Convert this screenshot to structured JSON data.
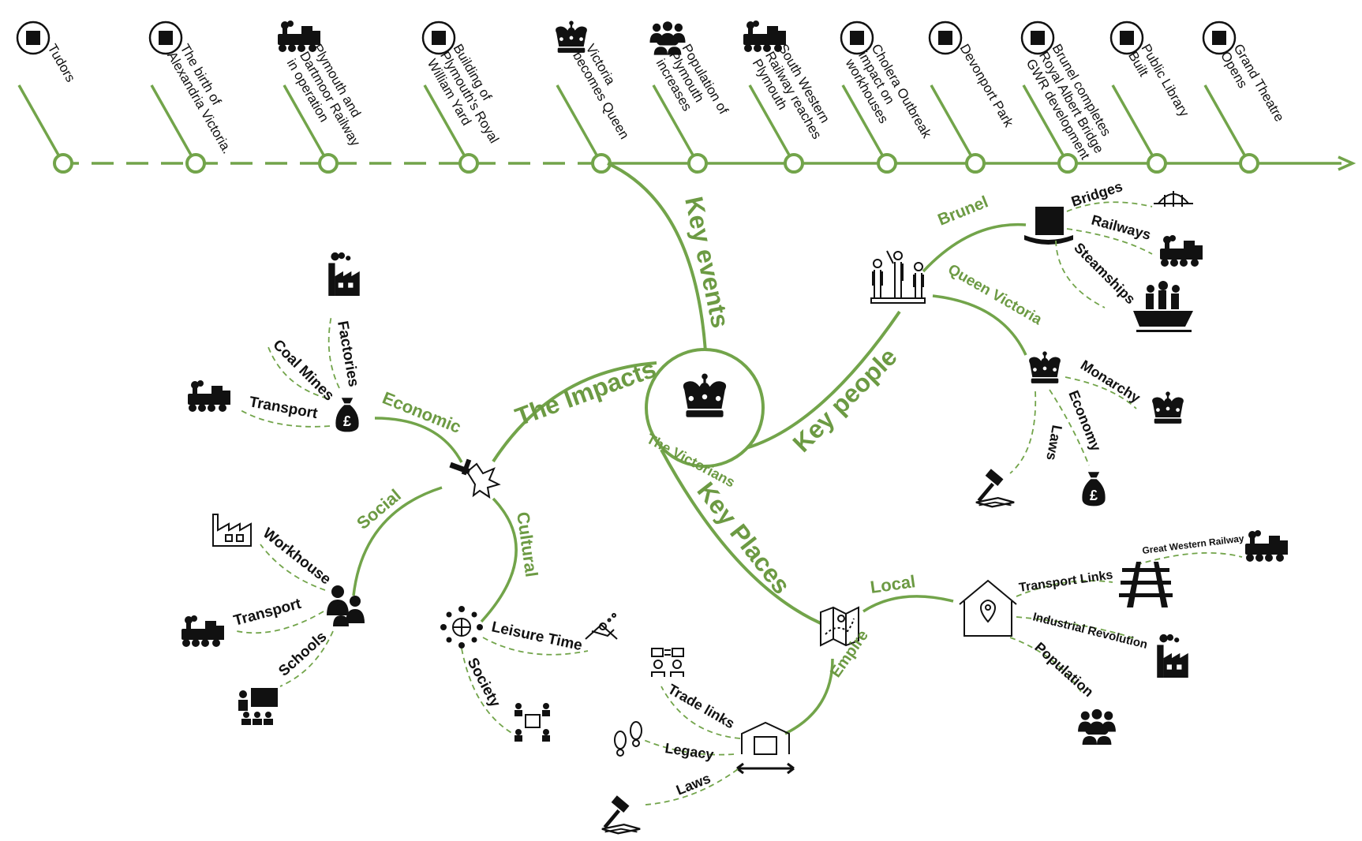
{
  "colors": {
    "green": "#6c9a43",
    "line_green": "#72a44a",
    "ink": "#111111"
  },
  "timeline": {
    "events": [
      {
        "text": [
          "Tudors"
        ],
        "icon": "tudor-rose-icon"
      },
      {
        "text": [
          "The birth of",
          "Alexandria Victoria."
        ],
        "icon": "baby-icon"
      },
      {
        "text": [
          "Plymouth and",
          "Dartmoor Railway",
          "in operation"
        ],
        "icon": "steam-train-icon"
      },
      {
        "text": [
          "Building of",
          "Plymouth's Royal",
          "William Yard"
        ],
        "icon": "shipyard-crane-icon"
      },
      {
        "text": [
          "Victoria",
          "becomes Queen"
        ],
        "icon": "crown-icon"
      },
      {
        "text": [
          "Population of",
          "Plymouth",
          "increases"
        ],
        "icon": "crowd-icon"
      },
      {
        "text": [
          "South Western",
          "Railway reaches",
          "Plymouth"
        ],
        "icon": "steam-train-icon"
      },
      {
        "text": [
          "Cholera Outbreak",
          "impact on",
          "workhouses"
        ],
        "icon": "sick-person-icon"
      },
      {
        "text": [
          "Devonport Park"
        ],
        "icon": "bandstand-icon"
      },
      {
        "text": [
          "Brunel completes",
          "Royal Albert Bridge",
          "GWR development"
        ],
        "icon": "bridge-icon"
      },
      {
        "text": [
          "Public Library",
          "Built"
        ],
        "icon": "books-icon"
      },
      {
        "text": [
          "Grand Theatre",
          "Opens"
        ],
        "icon": "theatre-masks-icon"
      }
    ]
  },
  "center": {
    "title": "The Victorians",
    "icon": "crown-icon"
  },
  "branches": {
    "key_events": "Key events",
    "impacts": "The Impacts",
    "key_people": "Key people",
    "key_places": "Key Places"
  },
  "impacts": {
    "economic": {
      "label": "Economic",
      "items": [
        "Factories",
        "Coal Mines",
        "Transport"
      ]
    },
    "social": {
      "label": "Social",
      "items": [
        "Workhouse",
        "Transport",
        "Schools"
      ]
    },
    "cultural": {
      "label": "Cultural",
      "items": [
        "Leisure Time",
        "Society"
      ]
    }
  },
  "people": {
    "brunel": {
      "label": "Brunel",
      "items": [
        "Bridges",
        "Railways",
        "Steamships"
      ]
    },
    "victoria": {
      "label": "Queen Victoria",
      "items": [
        "Monarchy",
        "Economy",
        "Laws"
      ]
    }
  },
  "places": {
    "local": {
      "label": "Local",
      "items": [
        "Transport Links",
        "Great Western Railway",
        "Industrial Revolution",
        "Population"
      ]
    },
    "empire": {
      "label": "Empire",
      "items": [
        "Trade links",
        "Legacy",
        "Laws"
      ]
    }
  }
}
